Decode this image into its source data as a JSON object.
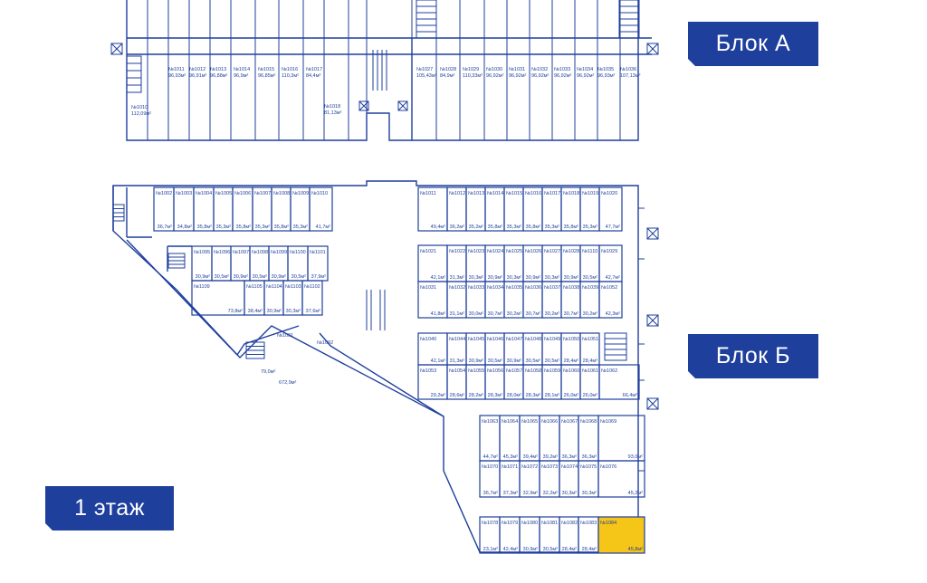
{
  "labels": {
    "block_a": "Блок А",
    "block_b": "Блок Б",
    "floor": "1 этаж"
  },
  "colors": {
    "line": "#1f3f9c",
    "badge": "#1f3f9c",
    "highlight": "#f5c518"
  },
  "highlight_unit": "№1084",
  "block_a": {
    "top_units": [
      "№1011",
      "№1012",
      "№1013",
      "№1014",
      "№1015",
      "№1016",
      "№1017",
      "№1027",
      "№1028",
      "№1029",
      "№1030",
      "№1031",
      "№1032",
      "№1033",
      "№1034",
      "№1035",
      "№1036"
    ],
    "top_areas": [
      "96,93м²",
      "96,91м²",
      "96,88м²",
      "96,9м²",
      "96,85м²",
      "110,3м²",
      "84,4м²",
      "105,43м²",
      "84,9м²",
      "110,33м²",
      "96,92м²",
      "96,92м²",
      "96,92м²",
      "96,92м²",
      "96,92м²",
      "96,93м²",
      "107,13м²"
    ],
    "extra_units": [
      {
        "no": "№1010",
        "area": "112,09м²"
      },
      {
        "no": "№1018",
        "area": "81,13м²"
      }
    ]
  },
  "block_b": {
    "row1": {
      "units": [
        "№1002",
        "№1003",
        "№1004",
        "№1005",
        "№1006",
        "№1007",
        "№1008",
        "№1009",
        "№1010"
      ],
      "areas": [
        "36,7м²",
        "34,8м²",
        "35,8м²",
        "35,3м²",
        "35,8м²",
        "35,3м²",
        "35,8м²",
        "35,3м²",
        "41,7м²"
      ]
    },
    "row1r": {
      "units": [
        "№1011",
        "№1012",
        "№1013",
        "№1014",
        "№1015",
        "№1016",
        "№1017",
        "№1018",
        "№1019",
        "№1020"
      ],
      "areas": [
        "49,4м²",
        "36,2м²",
        "35,2м²",
        "35,8м²",
        "35,3м²",
        "35,8м²",
        "35,3м²",
        "35,8м²",
        "35,3м²",
        "47,7м²"
      ]
    },
    "row2": {
      "units": [
        "№1095",
        "№1096",
        "№1097",
        "№1098",
        "№1099",
        "№1100",
        "№1101"
      ],
      "areas": [
        "30,9м²",
        "30,5м²",
        "30,9м²",
        "30,5м²",
        "30,9м²",
        "30,5м²",
        "37,9м²"
      ]
    },
    "row3": {
      "units": [
        "№1109",
        "№1105",
        "№1104",
        "№1103",
        "№1102"
      ],
      "areas": [
        "73,8м²",
        "38,4м²",
        "30,9м²",
        "30,3м²",
        "37,6м²"
      ]
    },
    "row2r": {
      "units": [
        "№1021",
        "№1022",
        "№1023",
        "№1024",
        "№1025",
        "№1026",
        "№1027",
        "№1028",
        "№1110",
        "№1029"
      ],
      "areas": [
        "42,1м²",
        "31,3м²",
        "30,3м²",
        "30,9м²",
        "30,3м²",
        "30,9м²",
        "30,3м²",
        "30,9м²",
        "30,5м²",
        "42,7м²"
      ]
    },
    "row3r": {
      "units": [
        "№1031",
        "№1032",
        "№1033",
        "№1034",
        "№1035",
        "№1036",
        "№1037",
        "№1038",
        "№1039",
        "№1052"
      ],
      "areas": [
        "41,8м²",
        "31,1м²",
        "30,0м²",
        "30,7м²",
        "30,2м²",
        "30,7м²",
        "30,2м²",
        "30,7м²",
        "30,2м²",
        "42,3м²"
      ]
    },
    "row4": {
      "units": [
        "№1040",
        "№1044",
        "№1045",
        "№1046",
        "№1047",
        "№1048",
        "№1049",
        "№1050",
        "№1051"
      ],
      "areas": [
        "42,1м²",
        "31,3м²",
        "30,9м²",
        "30,5м²",
        "30,9м²",
        "30,5м²",
        "30,5м²",
        "28,4м²",
        "28,4м²"
      ]
    },
    "row5": {
      "units": [
        "№1053",
        "№1054",
        "№1055",
        "№1056",
        "№1057",
        "№1058",
        "№1059",
        "№1060",
        "№1061",
        "№1062"
      ],
      "areas": [
        "29,2м²",
        "28,6м²",
        "28,2м²",
        "28,3м²",
        "28,0м²",
        "28,3м²",
        "28,1м²",
        "26,0м²",
        "26,0м²",
        "66,4м²"
      ]
    },
    "row6": {
      "units": [
        "№1063",
        "№1064",
        "№1065",
        "№1066",
        "№1067",
        "№1068",
        "№1069"
      ],
      "areas": [
        "44,7м²",
        "45,3м²",
        "39,4м²",
        "39,2м²",
        "36,3м²",
        "36,3м²",
        "93,0м²"
      ]
    },
    "row7": {
      "units": [
        "№1070",
        "№1071",
        "№1072",
        "№1073",
        "№1074",
        "№1075",
        "№1076"
      ],
      "areas": [
        "36,7м²",
        "37,3м²",
        "32,9м²",
        "32,2м²",
        "30,3м²",
        "30,3м²",
        "45,2м²"
      ]
    },
    "row8": {
      "units": [
        "№1078",
        "№1079",
        "№1080",
        "№1081",
        "№1082",
        "№1083",
        "№1084"
      ],
      "areas": [
        "23,1м²",
        "42,4м²",
        "30,9м²",
        "30,5м²",
        "28,4м²",
        "28,4м²",
        "45,8м²"
      ]
    },
    "misc": [
      {
        "no": "№1091",
        "area": "79,0м²"
      },
      {
        "no": "№1092",
        "area": "672,9м²"
      }
    ]
  }
}
